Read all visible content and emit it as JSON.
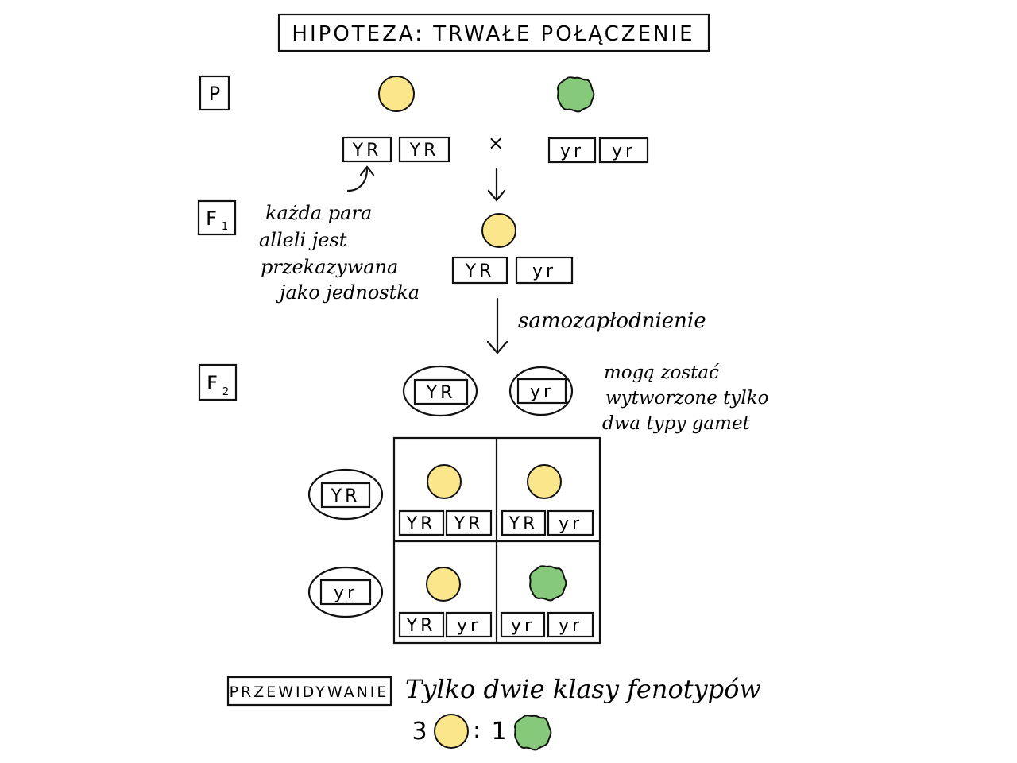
{
  "title": "HIPOTEZA: TRWAŁE POŁĄCZENIE",
  "generations": {
    "p": "P",
    "f1": "F",
    "f1_sub": "1",
    "f2": "F",
    "f2_sub": "2"
  },
  "cross_symbol": "×",
  "parents": {
    "left_alleles": [
      "YR",
      "YR"
    ],
    "right_alleles": [
      "yr",
      "yr"
    ]
  },
  "f1_alleles": [
    "YR",
    "yr"
  ],
  "notes": {
    "linkage_1": "każda para",
    "linkage_2": "alleli jest",
    "linkage_3": "przekazywana",
    "linkage_4": "jako jednostka",
    "selfing": "samozapłodnienie",
    "gametes_1": "mogą zostać",
    "gametes_2": "wytworzone tylko",
    "gametes_3": "dwa typy gamet"
  },
  "gametes": {
    "top": [
      "YR",
      "yr"
    ],
    "left": [
      "YR",
      "yr"
    ]
  },
  "punnett": {
    "r1c1": [
      "YR",
      "YR"
    ],
    "r1c2": [
      "YR",
      "yr"
    ],
    "r2c1": [
      "YR",
      "yr"
    ],
    "r2c2": [
      "yr",
      "yr"
    ]
  },
  "prediction": {
    "label": "PRZEWIDYWANIE",
    "text": "Tylko dwie klasy fenotypów",
    "ratio_left": "3",
    "ratio_sep": ":",
    "ratio_right": "1"
  },
  "colors": {
    "yellow_seed": "#fbe68c",
    "green_seed": "#86c97a"
  },
  "icons": {
    "round_yellow": "yellow-round-seed-icon",
    "wrinkled_green": "green-wrinkled-seed-icon"
  }
}
